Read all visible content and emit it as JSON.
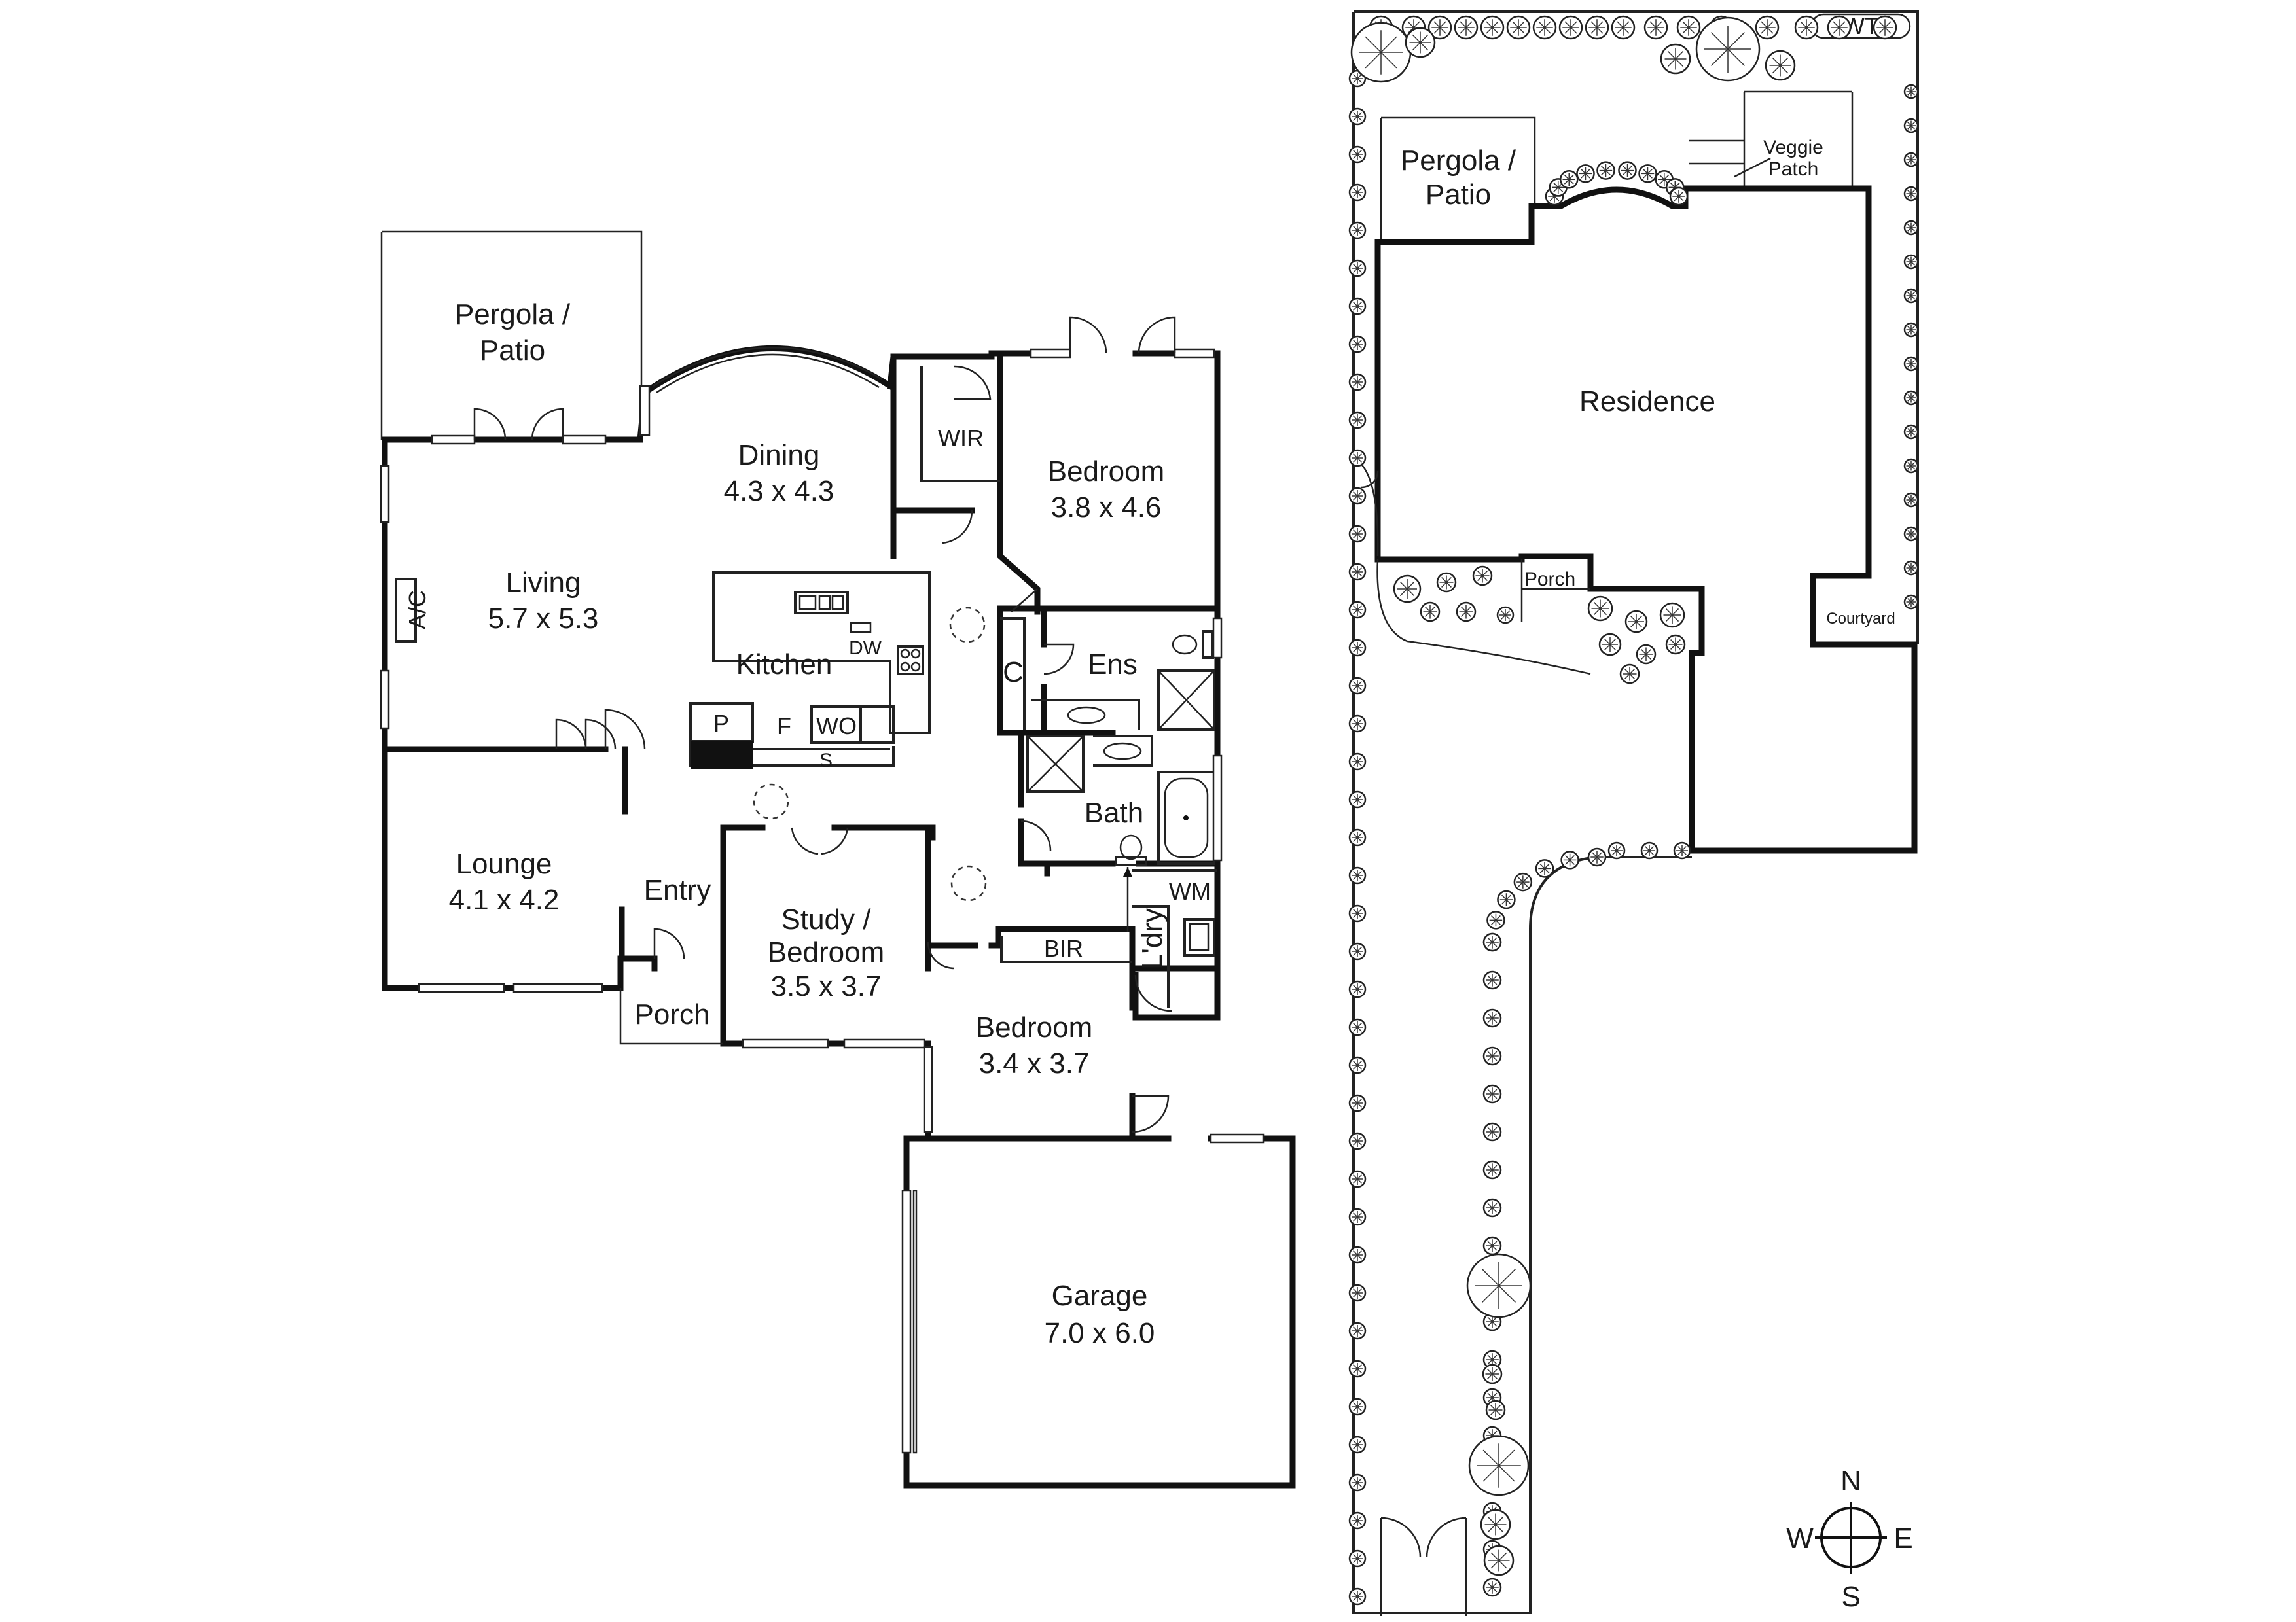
{
  "floorplan": {
    "rooms": {
      "pergola_left": {
        "name": "Pergola /",
        "name2": "Patio"
      },
      "dining": {
        "name": "Dining",
        "size": "4.3 x 4.3"
      },
      "wir": {
        "name": "WIR"
      },
      "bedroom_main": {
        "name": "Bedroom",
        "size": "3.8 x 4.6"
      },
      "living": {
        "name": "Living",
        "size": "5.7 x 5.3"
      },
      "ac": {
        "name": "A/C"
      },
      "kitchen": {
        "name": "Kitchen"
      },
      "dw": {
        "name": "DW"
      },
      "pantry": {
        "name": "P"
      },
      "fridge": {
        "name": "F"
      },
      "wall_oven": {
        "name": "WO"
      },
      "sink": {
        "name": "S"
      },
      "cupboard": {
        "name": "C"
      },
      "ensuite": {
        "name": "Ens"
      },
      "bath": {
        "name": "Bath"
      },
      "lounge": {
        "name": "Lounge",
        "size": "4.1 x 4.2"
      },
      "entry": {
        "name": "Entry"
      },
      "study": {
        "name": "Study /",
        "name2": "Bedroom",
        "size": "3.5 x 3.7"
      },
      "wm": {
        "name": "WM"
      },
      "laundry": {
        "name": "L'dry"
      },
      "bir": {
        "name": "BIR"
      },
      "porch": {
        "name": "Porch"
      },
      "bedroom_second": {
        "name": "Bedroom",
        "size": "3.4 x 3.7"
      },
      "garage": {
        "name": "Garage",
        "size": "7.0 x 6.0"
      }
    }
  },
  "siteplan": {
    "wt": "WT",
    "pergola": {
      "name": "Pergola /",
      "name2": "Patio"
    },
    "veggie": {
      "name": "Veggie",
      "name2": "Patch"
    },
    "residence": "Residence",
    "porch": "Porch",
    "courtyard": "Courtyard"
  },
  "compass": {
    "n": "N",
    "s": "S",
    "e": "E",
    "w": "W"
  }
}
